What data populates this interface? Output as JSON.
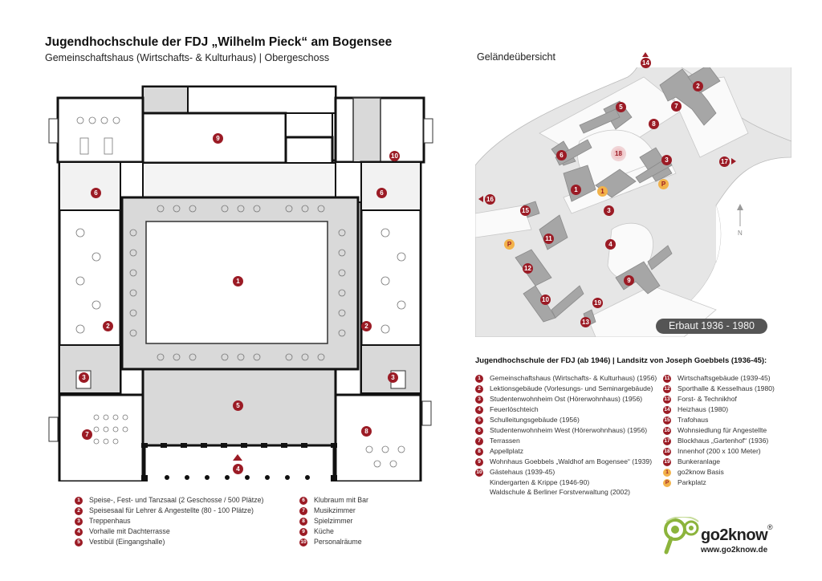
{
  "header": {
    "title": "Jugendhochschule der FDJ „Wilhelm Pieck“ am Bogensee",
    "subtitle": "Gemeinschaftshaus (Wirtschafts- & Kulturhaus) | Obergeschoss"
  },
  "floorplan": {
    "room_markers": [
      "1",
      "2",
      "2",
      "3",
      "3",
      "4",
      "5",
      "6",
      "6",
      "7",
      "8",
      "9",
      "10"
    ],
    "legend_left": [
      {
        "num": "1",
        "label": "Speise-, Fest- und Tanzsaal (2 Geschosse / 500 Plätze)"
      },
      {
        "num": "2",
        "label": "Speisesaal für Lehrer & Angestellte (80 - 100 Plätze)"
      },
      {
        "num": "3",
        "label": "Treppenhaus"
      },
      {
        "num": "4",
        "label": "Vorhalle mit Dachterrasse"
      },
      {
        "num": "5",
        "label": "Vestibül (Eingangshalle)"
      }
    ],
    "legend_right": [
      {
        "num": "6",
        "label": "Klubraum mit Bar"
      },
      {
        "num": "7",
        "label": "Musikzimmer"
      },
      {
        "num": "8",
        "label": "Spielzimmer"
      },
      {
        "num": "9",
        "label": "Küche"
      },
      {
        "num": "10",
        "label": "Personalräume"
      }
    ]
  },
  "site_map": {
    "title": "Geländeübersicht",
    "north_label": "N",
    "built_badge": "Erbaut 1936 - 1980",
    "markers": [
      "1",
      "2",
      "3",
      "4",
      "5",
      "6",
      "7",
      "8",
      "9",
      "10",
      "11",
      "12",
      "13",
      "14",
      "15",
      "16",
      "17",
      "18",
      "19",
      "P",
      "P",
      "1"
    ],
    "legend_title": "Jugendhochschule der FDJ (ab 1946) | Landsitz von Joseph Goebbels (1936-45):",
    "legend_col1": [
      {
        "num": "1",
        "label": "Gemeinschaftshaus (Wirtschafts- & Kulturhaus) (1956)"
      },
      {
        "num": "2",
        "label": "Lektionsgebäude (Vorlesungs- und Seminargebäude)"
      },
      {
        "num": "3",
        "label": "Studentenwohnheim Ost (Hörerwohnhaus) (1956)"
      },
      {
        "num": "4",
        "label": "Feuerlöschteich"
      },
      {
        "num": "5",
        "label": "Schulleitungsgebäude (1956)"
      },
      {
        "num": "6",
        "label": "Studentenwohnheim West (Hörerwohnhaus) (1956)"
      },
      {
        "num": "7",
        "label": "Terrassen"
      },
      {
        "num": "8",
        "label": "Appellplatz"
      },
      {
        "num": "9",
        "label": "Wohnhaus Goebbels „Waldhof am Bogensee“ (1939)"
      },
      {
        "num": "10",
        "label": "Gästehaus (1939-45)",
        "extra": [
          "Kindergarten & Krippe (1946-90)",
          "Waldschule & Berliner Forstverwaltung (2002)"
        ]
      }
    ],
    "legend_col2": [
      {
        "num": "11",
        "label": "Wirtschaftsgebäude (1939-45)"
      },
      {
        "num": "12",
        "label": "Sporthalle & Kesselhaus (1980)"
      },
      {
        "num": "13",
        "label": "Forst- & Technikhof"
      },
      {
        "num": "14",
        "label": "Heizhaus (1980)"
      },
      {
        "num": "15",
        "label": "Trafohaus"
      },
      {
        "num": "16",
        "label": "Wohnsiedlung für Angestellte"
      },
      {
        "num": "17",
        "label": "Blockhaus „Gartenhof“ (1936)"
      },
      {
        "num": "18",
        "label": "Innenhof (200 x 100 Meter)"
      },
      {
        "num": "19",
        "label": "Bunkeranlage"
      },
      {
        "num": "1",
        "label": "go2know Basis",
        "style": "orange"
      },
      {
        "num": "P",
        "label": "Parkplatz",
        "style": "orange"
      }
    ]
  },
  "branding": {
    "name": "go2know",
    "registered": "®",
    "url": "www.go2know.de"
  },
  "colors": {
    "marker_red": "#9b1b25",
    "marker_orange": "#f2b24a",
    "map_ground": "#e6e6e6",
    "map_building": "#a6a6a6",
    "floor_gray": "#d9d9d9",
    "logo_green": "#8cb43c"
  }
}
